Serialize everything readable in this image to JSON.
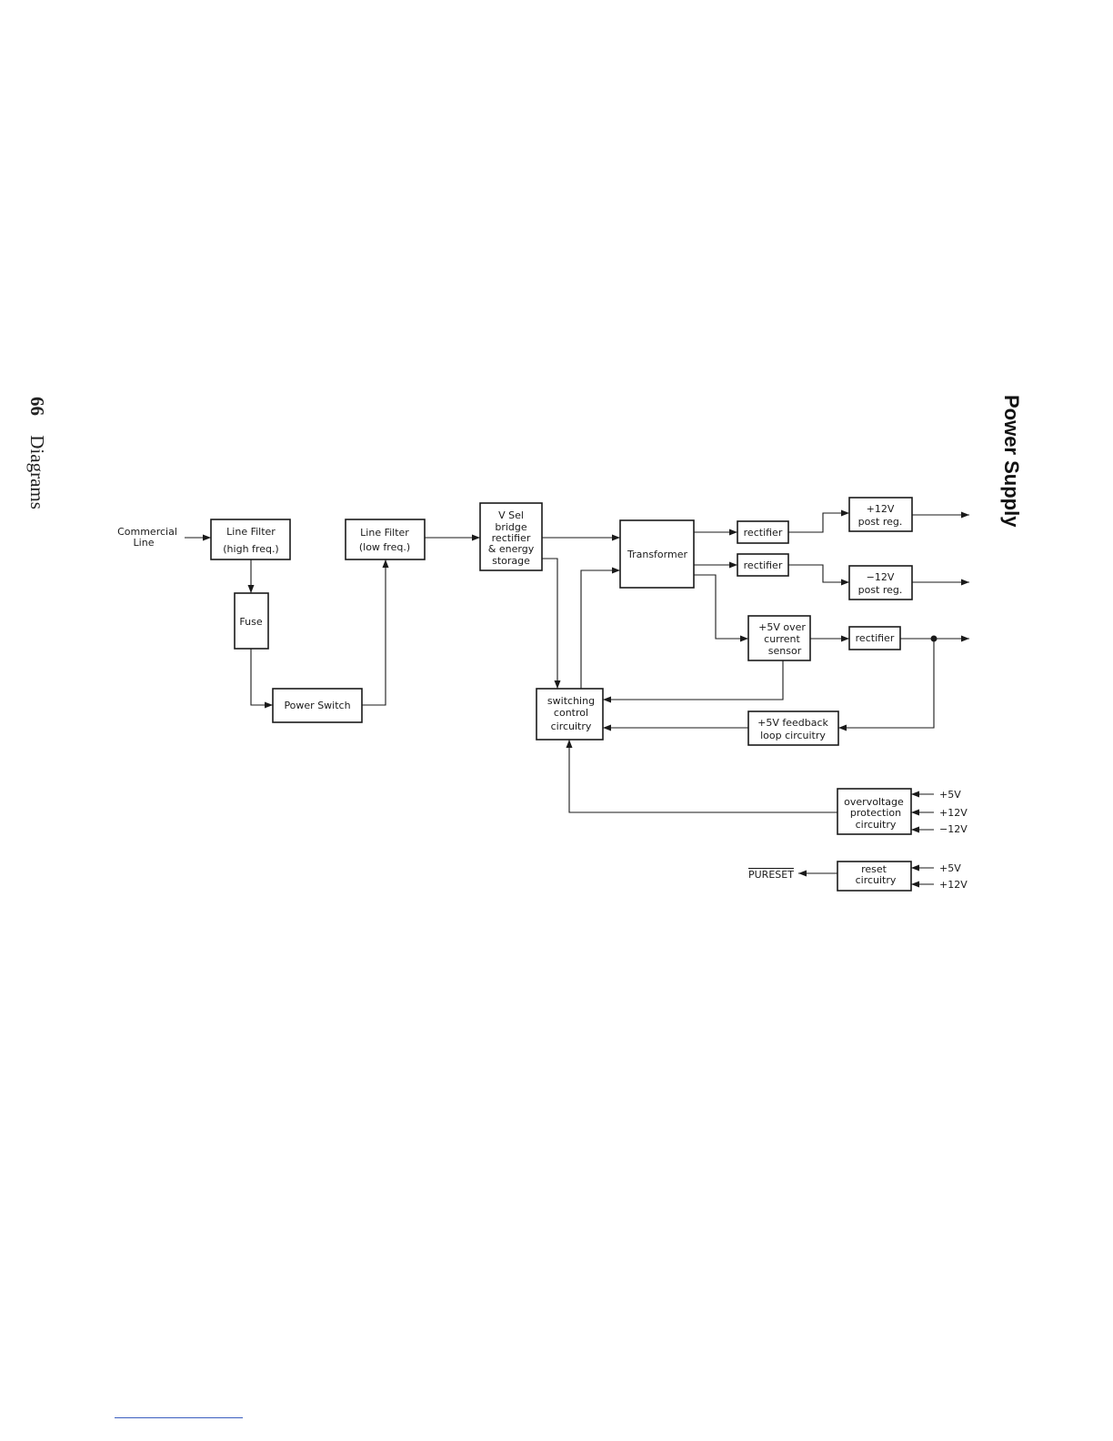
{
  "page": {
    "number": "66",
    "section": "Diagrams",
    "title": "Power Supply"
  },
  "inputs": {
    "commercial_line": [
      "Commercial",
      "Line"
    ]
  },
  "blocks": {
    "line_filter_high": [
      "Line  Filter",
      "(high  freq.)"
    ],
    "fuse": [
      "Fuse"
    ],
    "power_switch": [
      "Power  Switch"
    ],
    "line_filter_low": [
      "Line  Filter",
      "(low  freq.)"
    ],
    "vsel_bridge": [
      "V  Sel",
      "bridge",
      "rectifier",
      "&  energy",
      "storage"
    ],
    "transformer": [
      "Transformer"
    ],
    "rectifier_1": [
      "rectifier"
    ],
    "rectifier_2": [
      "rectifier"
    ],
    "post_reg_plus12": [
      "+12V",
      "post  reg."
    ],
    "post_reg_minus12": [
      "−12V",
      "post  reg."
    ],
    "over_current": [
      "+5V  over",
      "current",
      "sensor"
    ],
    "rectifier_3": [
      "rectifier"
    ],
    "switching_control": [
      "switching",
      "control",
      "circuitry"
    ],
    "feedback_loop": [
      "+5V  feedback",
      "loop  circuitry"
    ],
    "overvoltage": [
      "overvoltage",
      "protection",
      "circuitry"
    ],
    "reset": [
      "reset",
      "circuitry"
    ]
  },
  "signals": {
    "overvoltage_inputs": [
      "+5V",
      "+12V",
      "−12V"
    ],
    "reset_inputs": [
      "+5V",
      "+12V"
    ],
    "reset_output": "PURESET"
  }
}
